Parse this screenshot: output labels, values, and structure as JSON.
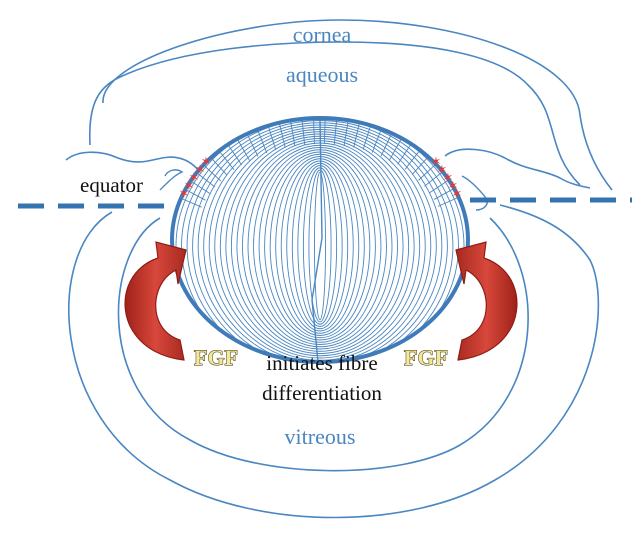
{
  "labels": {
    "cornea": "cornea",
    "aqueous": "aqueous",
    "equator": "equator",
    "fgf_left": "FGF",
    "fgf_right": "FGF",
    "initiates_line1": "initiates fibre",
    "initiates_line2": "differentiation",
    "vitreous": "vitreous"
  },
  "colors": {
    "outline": "#4a86c1",
    "lens_border": "#3f7bb8",
    "fibre": "#4a86c1",
    "arrow": "#c83228",
    "arrow_dark": "#8e1d16",
    "marker": "#e03a3a",
    "background": "#ffffff"
  }
}
